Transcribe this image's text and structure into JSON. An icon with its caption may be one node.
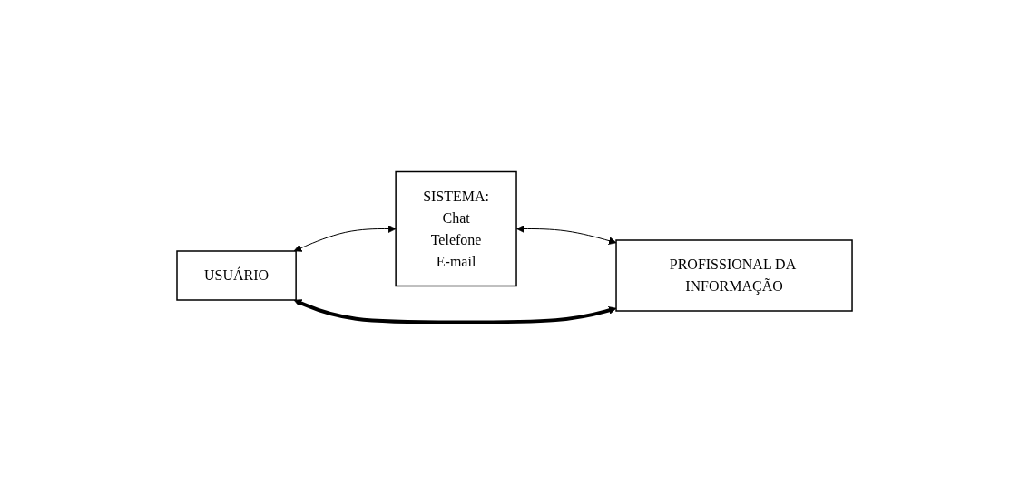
{
  "diagram": {
    "nodes": [
      {
        "text": [
          "USUÁRIO"
        ]
      },
      {
        "text": [
          "SISTEMA:",
          "Chat",
          "Telefone",
          "E-mail"
        ]
      },
      {
        "text": [
          "PROFISSIONAL DA INFORMAÇÃO"
        ]
      }
    ],
    "edges": [
      {
        "from": 0,
        "to": 1,
        "arrow": "both"
      },
      {
        "from": 1,
        "to": 2,
        "arrow": "both"
      },
      {
        "from": 0,
        "to": 2,
        "arrow": "both",
        "style": "thick"
      }
    ]
  }
}
